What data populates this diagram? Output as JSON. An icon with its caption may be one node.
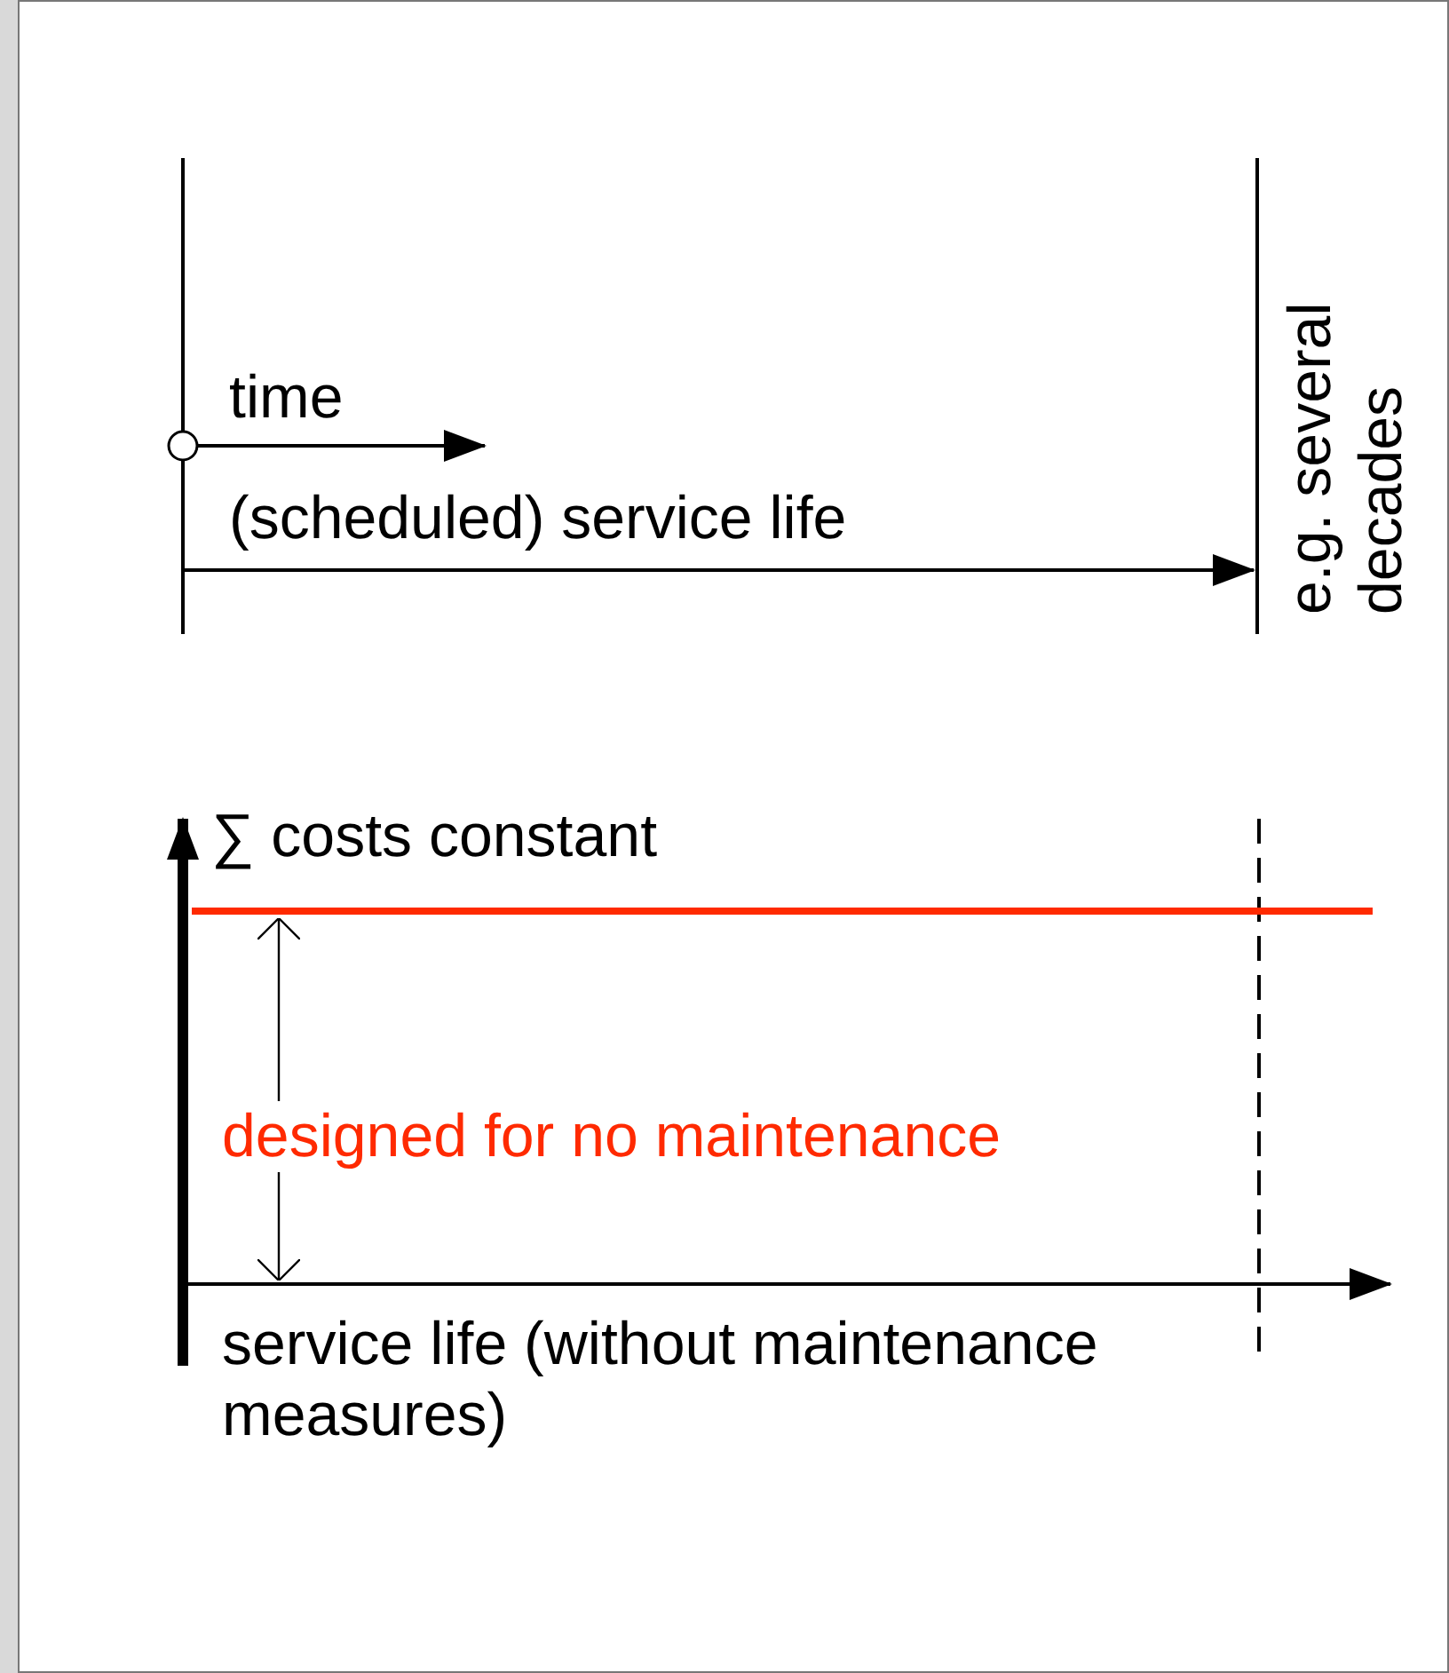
{
  "diagram": {
    "labels": [
      "time",
      "(scheduled) service life",
      "e.g. several decades",
      "∑ costs constant",
      "designed for no maintenance",
      "service life (without maintenance measures)"
    ]
  }
}
